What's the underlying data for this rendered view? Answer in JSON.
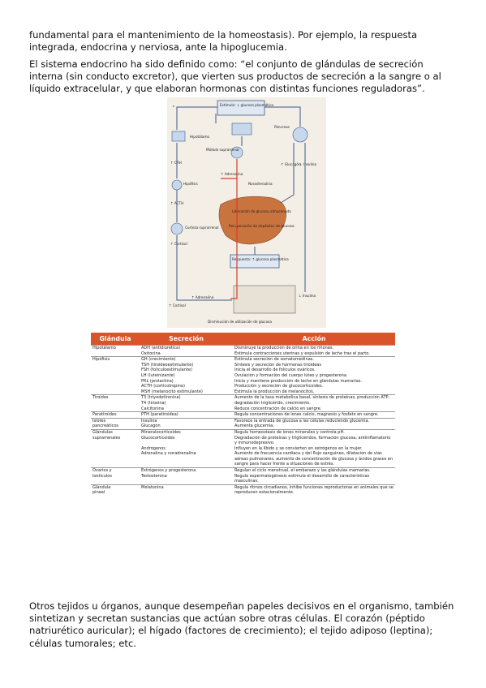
{
  "paragraphs": {
    "p1": "fundamental para el mantenimiento de la homeostasis). Por ejemplo, la respuesta integrada, endocrina y nerviosa, ante la hipoglucemia.",
    "p2": "El sistema endocrino ha sido definido como: “el conjunto de glándulas de secreción interna (sin conducto excretor), que vierten sus productos de secreción a la sangre o al líquido extracelular, y que elaboran hormonas con distintas funciones reguladoras”.",
    "p3": "Otros tejidos u órganos, aunque desempeñan papeles decisivos en el organismo, también sintetizan y secretan sustancias que actúan sobre otras células. El corazón (péptido natriurético auricular); el hígado (factores de crecimiento); el tejido adiposo (leptina); células tumorales; etc."
  },
  "figure": {
    "stimulus": "Estímulo: ↓ glucosa plasmática",
    "hipotalamo": "Hipotálamo",
    "pancreas": "Páncreas",
    "modulo": "Módulo suprarrenal",
    "crh": "↑ CRH",
    "hipofisis": "Hipófisis",
    "acth": "↑ ACTH",
    "corteza": "Corteza suprarrenal",
    "cortisol": "↑ Cortisol",
    "adrenalina": "↑ Adrenalina",
    "noradrenalina": "Noradrenalina",
    "glucagon": "↑ Glucagón",
    "insulina": "↓ Insulina",
    "higado1": "Liberación de glucosa almacenada",
    "higado2": "Recuperación de depósitos de glucosa",
    "respuesta": "Respuesta: ↑ glucosa plasmática",
    "adrenalina2": "↑ Adrenalina",
    "insulina2": "↓ Insulina",
    "cortisol2": "↑ Cortisol",
    "caption": "Disminución de utilización de glucosa"
  },
  "table": {
    "headers": [
      "Glándula",
      "Secreción",
      "Acción"
    ],
    "rows": [
      {
        "gland": [
          "Hipotálamo"
        ],
        "secretions": [
          "ADH (antidiurética)",
          "Oxitocina"
        ],
        "actions": [
          "Disminuye la producción de orina en los riñones.",
          "Estimula contracciones uterinas y expulsión de leche tras el parto."
        ]
      },
      {
        "gland": [
          "Hipófisis"
        ],
        "secretions": [
          "GH (crecimiento)",
          "TSH (tiroideoestimulante)",
          "FSH (foliculoestimulante)",
          "LH (luteinizante)",
          "PRL (prolactina)",
          "ACTH (corticotropina)",
          "MSH (melanocito estimulante)"
        ],
        "actions": [
          "Estimula secreción de somatomedinas.",
          "Síntesis y secreción de hormonas tiroideas",
          "Inicia el desarrollo de folículos ováricos.",
          "Ovulación y formación del cuerpo lúteo y progesterona.",
          "Inicia y mantiene producción de leche en glándulas mamarias.",
          "Producción y secreción de glucocorticoides.",
          "Estimula la producción de melanocitos."
        ]
      },
      {
        "gland": [
          "Tiroides"
        ],
        "secretions": [
          "T3 (triyodotironina)",
          "T4 (tiroxina)",
          "Calcitonina"
        ],
        "actions": [
          "Aumento de la tasa metabólica basal, síntesis de proteínas, producción ATP, degradación triglicérido, crecimiento.",
          "Reduce concentración de calcio en sangre."
        ]
      },
      {
        "gland": [
          "Paratiroides"
        ],
        "secretions": [
          "PTH (paratiroidea)"
        ],
        "actions": [
          "Regula concentraciones de iones calcio, magnesio y fosfato en sangre."
        ]
      },
      {
        "gland": [
          "Islotes",
          "pancreáticos"
        ],
        "secretions": [
          "Insulina",
          "Glucagón"
        ],
        "actions": [
          "Favorece la entrada de glucosa a las células reduciendo glucemia.",
          "Aumenta glucemia."
        ]
      },
      {
        "gland": [
          "Glándulas",
          "suprarrenales"
        ],
        "secretions": [
          "Mineralocorticoides",
          "Glucocorticoides",
          "",
          "Andrógenos",
          "Adrenalina y noradrenalina"
        ],
        "actions": [
          "Regula homeostasis de iones minerales y controla pH.",
          "Degradación de proteínas y triglicéridos, formación glucosa, antiinflamatorio y inmunodepresivo.",
          "Influyen en la libido y se convierten en estrógenos en la mujer.",
          "Aumento de frecuencia cardíaca y del flujo sanguíneo, dilatación de vías aéreas pulmonares, aumento de concentración de glucosa y ácidos grasos en sangre para hacer frente a situaciones de estrés."
        ]
      },
      {
        "gland": [
          "Ovarios y",
          "testículos"
        ],
        "secretions": [
          "Estrógenos y progesterona",
          "Testosterona"
        ],
        "actions": [
          "Regulan el ciclo menstrual, el embarazo y las glándulas mamarias.",
          "Regula espermatogénesis estimula el desarrollo de características masculinas."
        ]
      },
      {
        "gland": [
          "Glándula",
          "pineal"
        ],
        "secretions": [
          "Melatonina"
        ],
        "actions": [
          "Regula ritmos circadianos, inhibe funciones reproductoras en animales que se reproducen estacionalmente."
        ]
      }
    ]
  },
  "colors": {
    "header": "#d9532b",
    "liver": "#c9743f",
    "figure_bg": "#f3eee6",
    "arrow": "#3b5a8a",
    "red_arrow": "#d0402a"
  }
}
